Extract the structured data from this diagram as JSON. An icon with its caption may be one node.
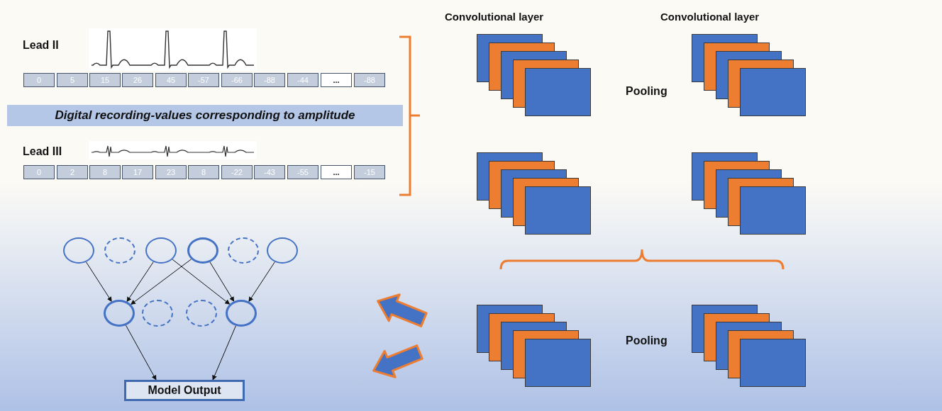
{
  "diagram": {
    "nodes": [
      {
        "text": [
          "0"
        ]
      },
      {
        "text": [
          "5"
        ]
      },
      {
        "text": [
          "15"
        ]
      },
      {
        "text": [
          "26"
        ]
      },
      {
        "text": [
          "45"
        ]
      },
      {
        "text": [
          "-57"
        ]
      },
      {
        "text": [
          "-66"
        ]
      },
      {
        "text": [
          "-88"
        ]
      },
      {
        "text": [
          "-44"
        ]
      },
      {
        "text": [
          "..."
        ]
      },
      {
        "text": [
          "-88"
        ]
      },
      {
        "text": [
          "Digital recording-values corresponding to amplitude"
        ]
      },
      {
        "text": [
          "0"
        ]
      },
      {
        "text": [
          "2"
        ]
      },
      {
        "text": [
          "8"
        ]
      },
      {
        "text": [
          "17"
        ]
      },
      {
        "text": [
          "23"
        ]
      },
      {
        "text": [
          "8"
        ]
      },
      {
        "text": [
          "-22"
        ]
      },
      {
        "text": [
          "-43"
        ]
      },
      {
        "text": [
          "-55"
        ]
      },
      {
        "text": [
          "..."
        ]
      },
      {
        "text": [
          "-15"
        ]
      },
      {
        "text": [],
        "shape": "box"
      },
      {
        "text": [],
        "shape": "box"
      },
      {
        "text": [],
        "shape": "box"
      },
      {
        "text": [],
        "shape": "box"
      },
      {
        "text": [],
        "shape": "box"
      },
      {
        "text": [],
        "shape": "box"
      },
      {
        "text": [],
        "shape": "circle"
      },
      {
        "text": [],
        "shape": "circle"
      },
      {
        "text": [],
        "shape": "circle"
      },
      {
        "text": [],
        "shape": "circle"
      },
      {
        "text": [],
        "shape": "circle"
      },
      {
        "text": [],
        "shape": "circle"
      },
      {
        "text": [],
        "shape": "circle"
      },
      {
        "text": [],
        "shape": "circle"
      },
      {
        "text": [],
        "shape": "circle"
      },
      {
        "text": [],
        "shape": "circle"
      },
      {
        "text": [
          "Model Output"
        ]
      }
    ],
    "edges": [
      {
        "from": 29,
        "to": 35,
        "arrow": "to"
      },
      {
        "from": 31,
        "to": 35,
        "arrow": "to"
      },
      {
        "from": 31,
        "to": 38,
        "arrow": "to"
      },
      {
        "from": 32,
        "to": 35,
        "arrow": "to"
      },
      {
        "from": 32,
        "to": 38,
        "arrow": "to"
      },
      {
        "from": 34,
        "to": 38,
        "arrow": "to"
      },
      {
        "from": 35,
        "to": 39,
        "arrow": "to"
      },
      {
        "from": 38,
        "to": 39,
        "arrow": "to"
      }
    ],
    "labels": [
      "Lead II",
      "Lead III",
      "Convolutional layer",
      "Convolutional layer",
      "Pooling",
      "Pooling"
    ]
  }
}
